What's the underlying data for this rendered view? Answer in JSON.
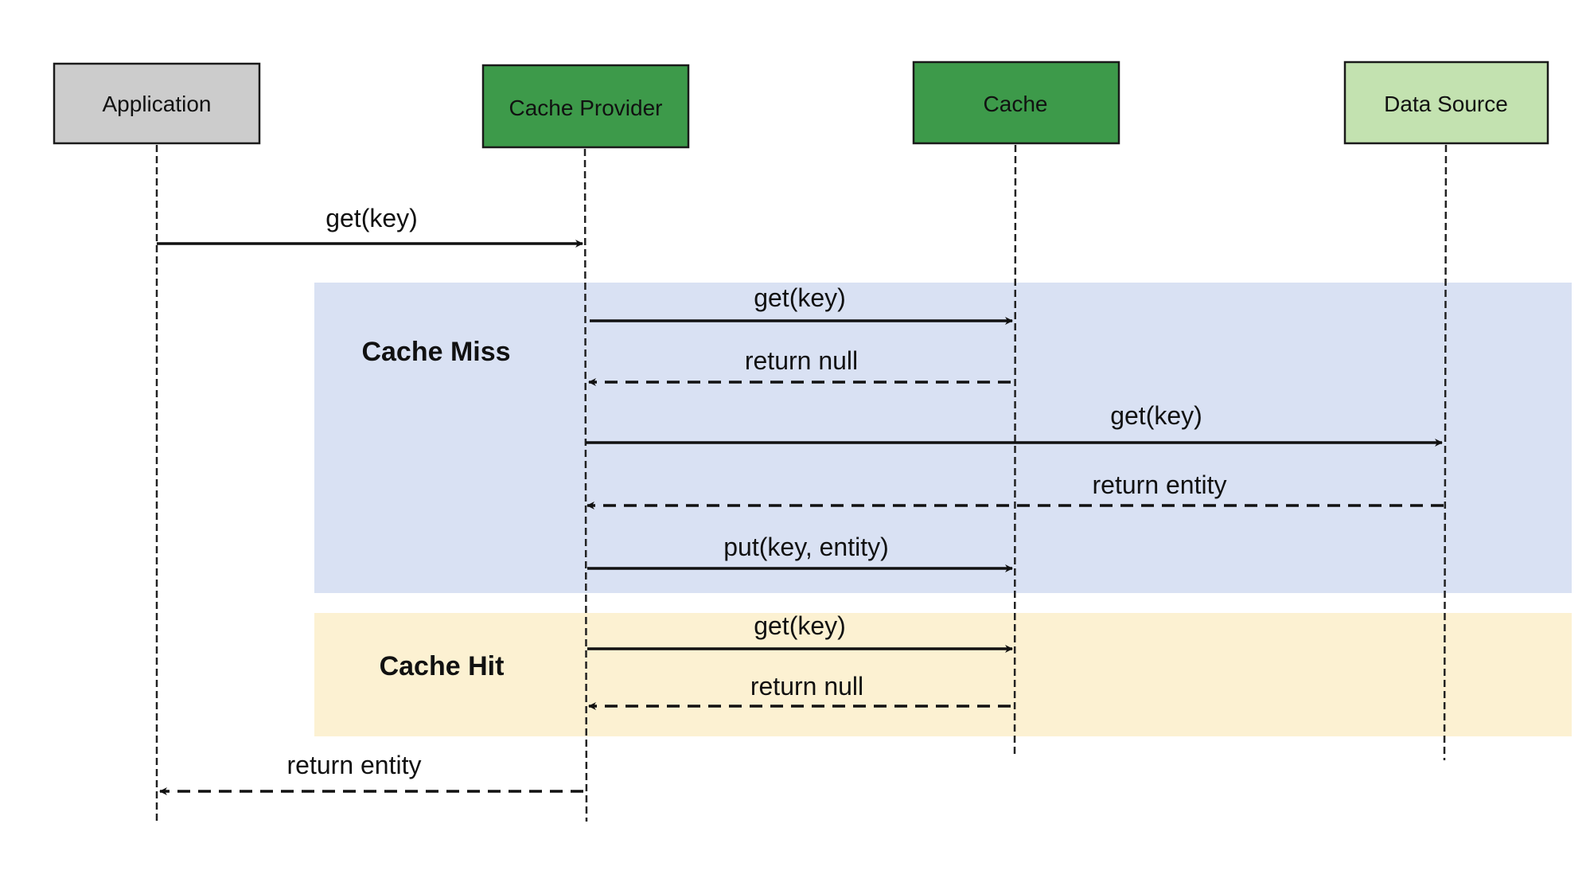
{
  "participants": [
    {
      "id": "app",
      "label": "Application",
      "fill": "#cccccc"
    },
    {
      "id": "provider",
      "label": "Cache Provider",
      "fill": "#3d9a4a"
    },
    {
      "id": "cache",
      "label": "Cache",
      "fill": "#3d9a4a"
    },
    {
      "id": "source",
      "label": "Data Source",
      "fill": "#c3e2b0"
    }
  ],
  "fragments": [
    {
      "id": "miss",
      "label": "Cache Miss",
      "fill": "#d9e1f3"
    },
    {
      "id": "hit",
      "label": "Cache Hit",
      "fill": "#fcf1d2"
    }
  ],
  "messages": [
    {
      "from": "app",
      "to": "provider",
      "label": "get(key)",
      "style": "solid"
    },
    {
      "from": "provider",
      "to": "cache",
      "label": "get(key)",
      "style": "solid"
    },
    {
      "from": "cache",
      "to": "provider",
      "label": "return null",
      "style": "dashed"
    },
    {
      "from": "provider",
      "to": "source",
      "label": "get(key)",
      "style": "solid"
    },
    {
      "from": "source",
      "to": "provider",
      "label": "return entity",
      "style": "dashed"
    },
    {
      "from": "provider",
      "to": "cache",
      "label": "put(key, entity)",
      "style": "solid"
    },
    {
      "from": "provider",
      "to": "cache",
      "label": "get(key)",
      "style": "solid"
    },
    {
      "from": "cache",
      "to": "provider",
      "label": "return null",
      "style": "dashed"
    },
    {
      "from": "provider",
      "to": "app",
      "label": "return entity",
      "style": "dashed"
    }
  ]
}
